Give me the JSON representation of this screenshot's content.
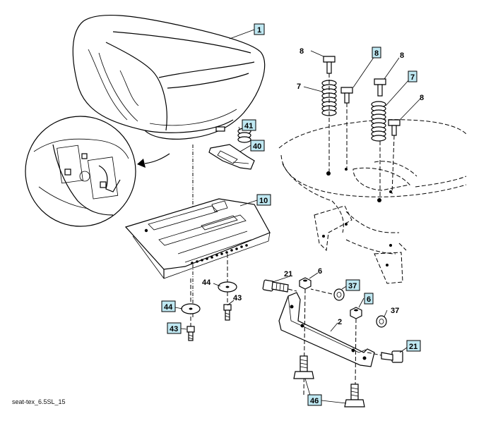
{
  "caption": "seat-tex_6.5SL_15",
  "colors": {
    "callout_highlight": "#bfe8f2",
    "line": "#000000",
    "background": "#ffffff"
  },
  "callouts": {
    "c1": {
      "label": "1",
      "boxed": true
    },
    "c8a": {
      "label": "8",
      "boxed": false
    },
    "c8b": {
      "label": "8",
      "boxed": true
    },
    "c8c": {
      "label": "8",
      "boxed": false
    },
    "c8d": {
      "label": "8",
      "boxed": false
    },
    "c7a": {
      "label": "7",
      "boxed": false
    },
    "c7b": {
      "label": "7",
      "boxed": true
    },
    "c41": {
      "label": "41",
      "boxed": true
    },
    "c40": {
      "label": "40",
      "boxed": true
    },
    "c10": {
      "label": "10",
      "boxed": true
    },
    "c21a": {
      "label": "21",
      "boxed": false
    },
    "c6a": {
      "label": "6",
      "boxed": false
    },
    "c37a": {
      "label": "37",
      "boxed": true
    },
    "c6b": {
      "label": "6",
      "boxed": true
    },
    "c37b": {
      "label": "37",
      "boxed": false
    },
    "c44a": {
      "label": "44",
      "boxed": false
    },
    "c44b": {
      "label": "44",
      "boxed": true
    },
    "c43a": {
      "label": "43",
      "boxed": false
    },
    "c43b": {
      "label": "43",
      "boxed": true
    },
    "c2": {
      "label": "2",
      "boxed": false
    },
    "c21b": {
      "label": "21",
      "boxed": true
    },
    "c46": {
      "label": "46",
      "boxed": true
    }
  }
}
